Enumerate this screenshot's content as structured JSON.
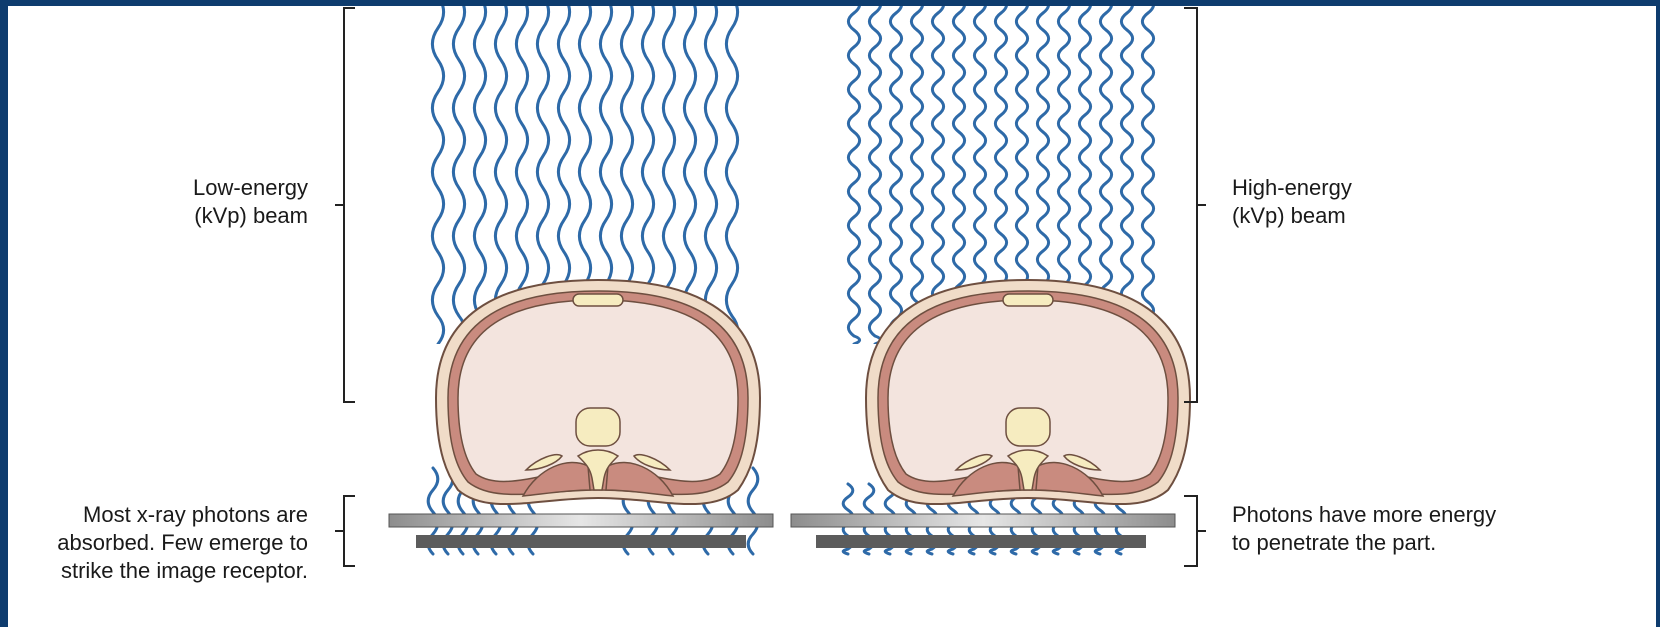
{
  "labels": {
    "low_energy": "Low-energy\n(kVp) beam",
    "high_energy": "High-energy\n(kVp) beam",
    "absorbed": "Most x-ray photons are\nabsorbed. Few emerge to\nstrike the image receptor.",
    "penetrate": "Photons have more energy\nto penetrate the part."
  },
  "colors": {
    "background": "#0e3c6e",
    "wave": "#2e6aa8",
    "skin": "#cba48f",
    "muscle": "#c98b7f",
    "body_fill": "#f3e4de",
    "bone": "#f6ecc0",
    "receptor": "#8a8a8a"
  },
  "icons": [
    "wave-photon",
    "body-cross-section",
    "bracket",
    "image-receptor"
  ]
}
